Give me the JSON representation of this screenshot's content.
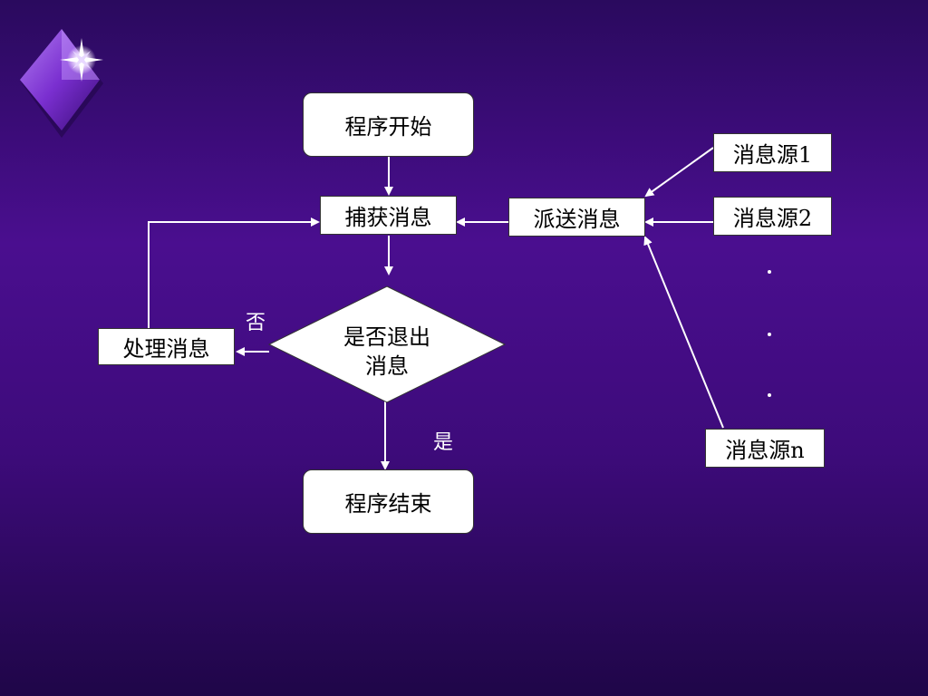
{
  "nodes": {
    "start": "程序开始",
    "capture": "捕获消息",
    "dispatch": "派送消息",
    "source1": "消息源1",
    "source2": "消息源2",
    "sourceN": "消息源n",
    "process": "处理消息",
    "decision_line1": "是否退出",
    "decision_line2": "消息",
    "end": "程序结束"
  },
  "edge_labels": {
    "no": "否",
    "yes": "是"
  },
  "colors": {
    "background_top": "#2a0a5e",
    "background_mid": "#4a0e8f",
    "node_fill": "#ffffff",
    "connector": "#ffffff"
  },
  "icons": {
    "logo": "sparkle-diamond-icon"
  }
}
